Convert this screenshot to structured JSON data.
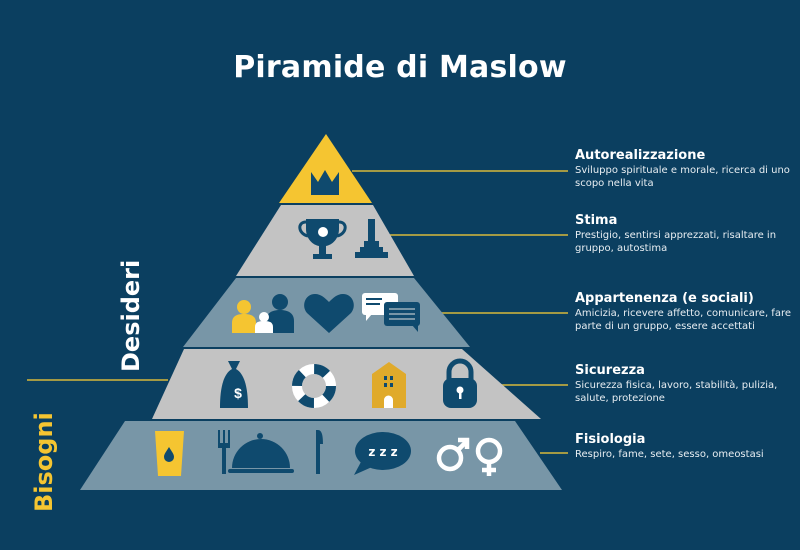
{
  "title": "Piramide di Maslow",
  "side_labels": {
    "upper": "Desideri",
    "lower": "Bisogni"
  },
  "levels": [
    {
      "name": "Autorealizzazione",
      "desc": "Sviluppo spirituale e morale, ricerca di uno scopo nella vita",
      "icons": [
        "crown-icon"
      ]
    },
    {
      "name": "Stima",
      "desc": "Prestigio, sentirsi apprezzati, risaltare in gruppo, autostima",
      "icons": [
        "trophy-icon",
        "podium-icon"
      ]
    },
    {
      "name": "Appartenenza (e sociali)",
      "desc": "Amicizia, ricevere affetto, comunicare, fare parte di un gruppo, essere accettati",
      "icons": [
        "family-icon",
        "heart-icon",
        "chat-icon"
      ]
    },
    {
      "name": "Sicurezza",
      "desc": "Sicurezza fisica, lavoro, stabilità, pulizia, salute, protezione",
      "icons": [
        "money-bag-icon",
        "lifebuoy-icon",
        "house-icon",
        "padlock-icon"
      ]
    },
    {
      "name": "Fisiologia",
      "desc": "Respiro, fame, sete, sesso, omeostasi",
      "icons": [
        "water-glass-icon",
        "food-icon",
        "sleep-icon",
        "gender-icon"
      ]
    }
  ],
  "money_symbol": "$",
  "sleep_text": "z z z",
  "colors": {
    "background": "#0b3f60",
    "gray": "#c3c3c3",
    "bluegray": "#7896a7",
    "yellow": "#f5c531",
    "icon": "#0f4a6e"
  }
}
